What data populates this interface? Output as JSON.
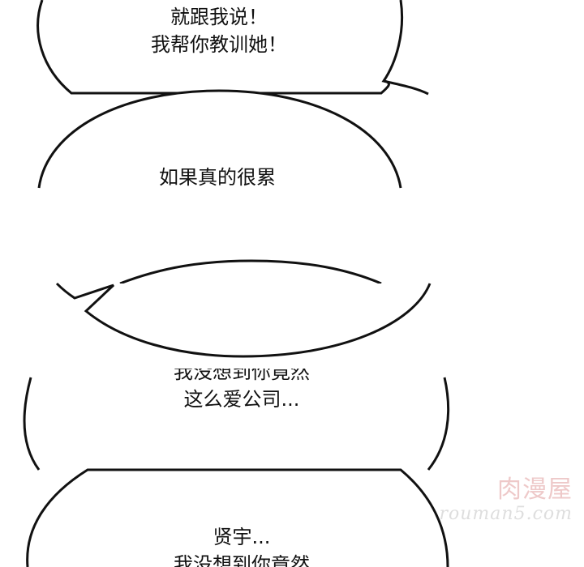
{
  "bubbles": [
    {
      "lines": [
        "就跟我说！",
        "我帮你教训她！"
      ]
    },
    {
      "lines": [
        "如果真的很累"
      ]
    },
    {
      "lines": [
        "我没想到你竟然",
        "这么爱公司..."
      ]
    },
    {
      "lines": [
        "贤宇...",
        "我没想到你竟然"
      ]
    }
  ],
  "watermark": {
    "logo": "肉漫屋",
    "url": "rouman5.com"
  }
}
